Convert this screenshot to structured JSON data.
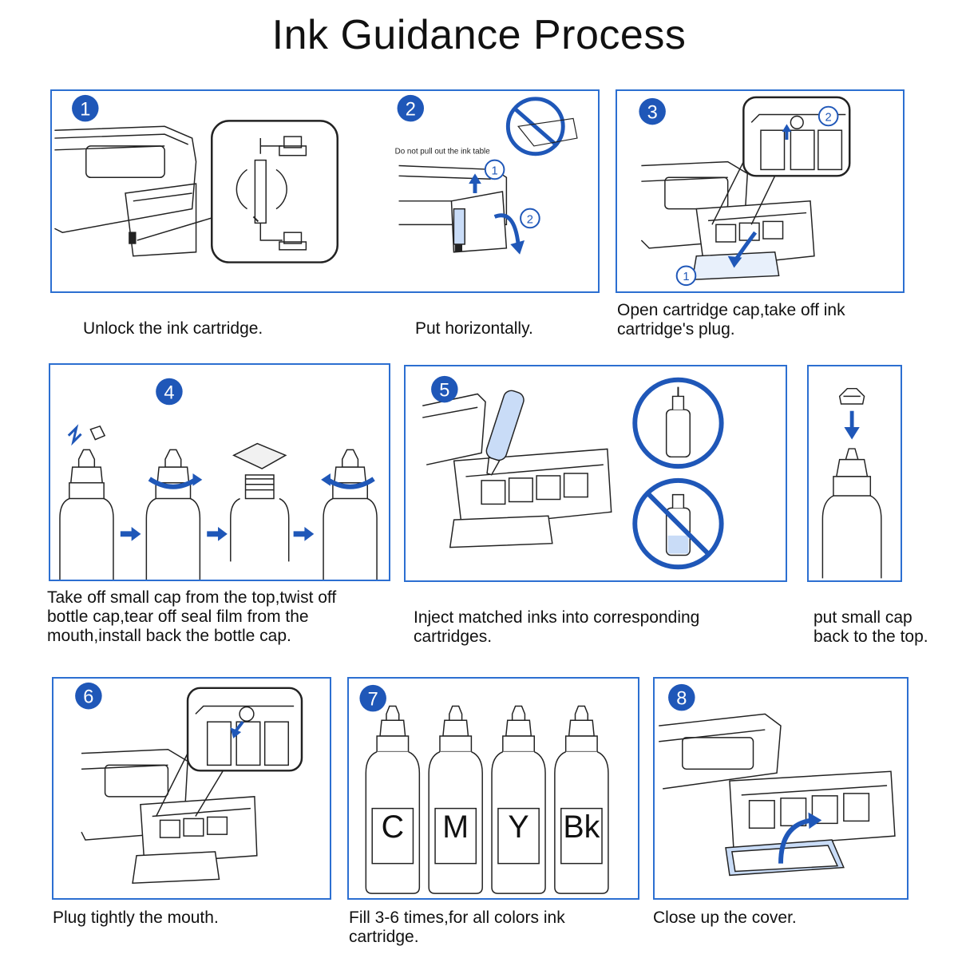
{
  "title": "Ink Guidance Process",
  "colors": {
    "accent": "#2c6fd1",
    "badge": "#1f57b8",
    "line": "#222222"
  },
  "steps": [
    {
      "number": "1",
      "caption": "Unlock the ink cartridge."
    },
    {
      "number": "2",
      "caption": "Put horizontally.",
      "note": "Do not pull out the ink table",
      "sub_numbers": [
        "1",
        "2"
      ]
    },
    {
      "number": "3",
      "caption": "Open cartridge cap,take off ink\ncartridge's plug.",
      "sub_numbers": [
        "1",
        "2"
      ]
    },
    {
      "number": "4",
      "caption": "Take off small cap from the top,twist off\nbottle cap,tear off seal film from the\nmouth,install back the bottle cap."
    },
    {
      "number": "5",
      "caption": "Inject matched inks into corresponding\ncartridges."
    },
    {
      "number": "",
      "caption": "put small cap\nback to the top."
    },
    {
      "number": "6",
      "caption": "Plug tightly the mouth."
    },
    {
      "number": "7",
      "caption": "Fill 3-6 times,for all colors ink\ncartridge.",
      "bottle_labels": [
        "C",
        "M",
        "Y",
        "Bk"
      ]
    },
    {
      "number": "8",
      "caption": "Close up the cover."
    }
  ]
}
